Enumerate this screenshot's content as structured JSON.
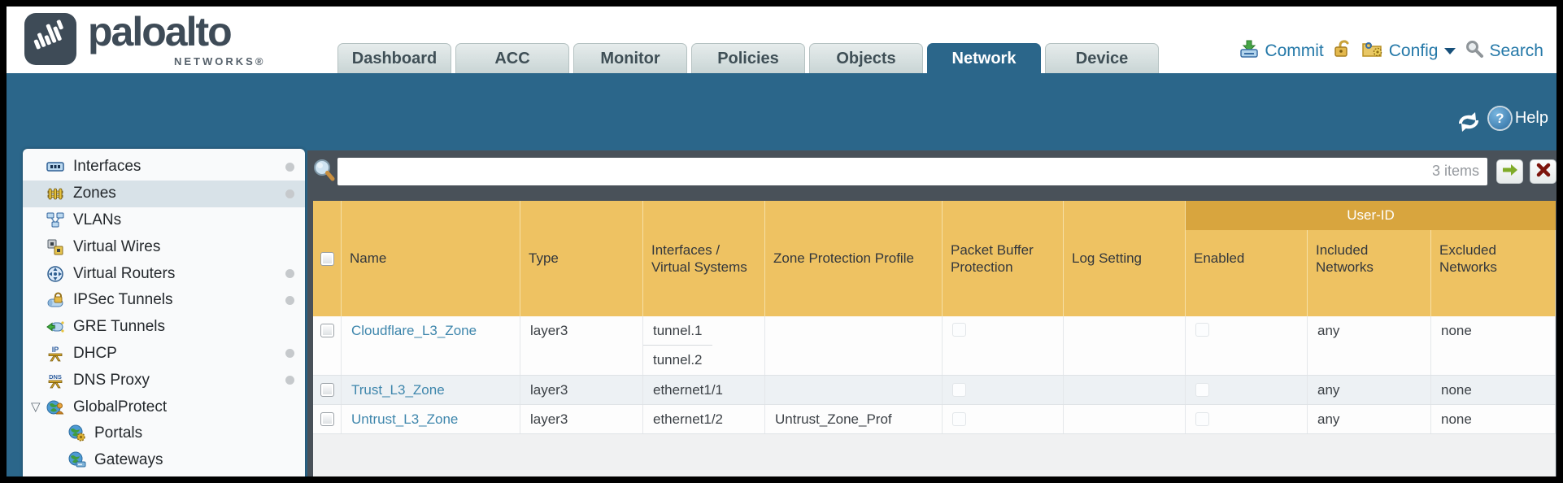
{
  "brand": {
    "name": "paloalto",
    "subtitle": "NETWORKS®"
  },
  "header": {
    "tabs": [
      {
        "label": "Dashboard"
      },
      {
        "label": "ACC"
      },
      {
        "label": "Monitor"
      },
      {
        "label": "Policies"
      },
      {
        "label": "Objects"
      },
      {
        "label": "Network",
        "active": true
      },
      {
        "label": "Device"
      }
    ],
    "actions": {
      "commit": "Commit",
      "config": "Config",
      "search": "Search"
    }
  },
  "band": {
    "help": "Help"
  },
  "sidebar": {
    "items": [
      {
        "label": "Interfaces",
        "icon": "interfaces-icon",
        "dot": true
      },
      {
        "label": "Zones",
        "icon": "zones-icon",
        "dot": true,
        "selected": true
      },
      {
        "label": "VLANs",
        "icon": "vlans-icon"
      },
      {
        "label": "Virtual Wires",
        "icon": "virtual-wires-icon"
      },
      {
        "label": "Virtual Routers",
        "icon": "virtual-routers-icon",
        "dot": true
      },
      {
        "label": "IPSec Tunnels",
        "icon": "ipsec-tunnels-icon",
        "dot": true
      },
      {
        "label": "GRE Tunnels",
        "icon": "gre-tunnels-icon"
      },
      {
        "label": "DHCP",
        "icon": "dhcp-icon",
        "dot": true
      },
      {
        "label": "DNS Proxy",
        "icon": "dns-proxy-icon",
        "dot": true
      },
      {
        "label": "GlobalProtect",
        "icon": "globalprotect-icon",
        "expanded": true
      },
      {
        "label": "Portals",
        "icon": "portals-icon",
        "child": true
      },
      {
        "label": "Gateways",
        "icon": "gateways-icon",
        "child": true
      }
    ]
  },
  "filter": {
    "value": "",
    "items_label": "3 items"
  },
  "table": {
    "user_id_group_label": "User-ID",
    "columns": [
      "Name",
      "Type",
      "Interfaces / Virtual Systems",
      "Zone Protection Profile",
      "Packet Buffer Protection",
      "Log Setting",
      "Enabled",
      "Included Networks",
      "Excluded Networks"
    ],
    "rows": [
      {
        "name": "Cloudflare_L3_Zone",
        "type": "layer3",
        "interfaces": [
          "tunnel.1",
          "tunnel.2"
        ],
        "zone_protection_profile": "",
        "log_setting": "",
        "included_networks": "any",
        "excluded_networks": "none"
      },
      {
        "name": "Trust_L3_Zone",
        "type": "layer3",
        "interfaces": [
          "ethernet1/1"
        ],
        "zone_protection_profile": "",
        "log_setting": "",
        "included_networks": "any",
        "excluded_networks": "none"
      },
      {
        "name": "Untrust_L3_Zone",
        "type": "layer3",
        "interfaces": [
          "ethernet1/2"
        ],
        "zone_protection_profile": "Untrust_Zone_Prof",
        "log_setting": "",
        "included_networks": "any",
        "excluded_networks": "none"
      }
    ]
  },
  "colors": {
    "tab_active": "#2b668a",
    "table_header": "#eec262",
    "user_id_band": "#d8a53e",
    "row_link": "#3e86ac",
    "nav_link": "#2478a8"
  }
}
